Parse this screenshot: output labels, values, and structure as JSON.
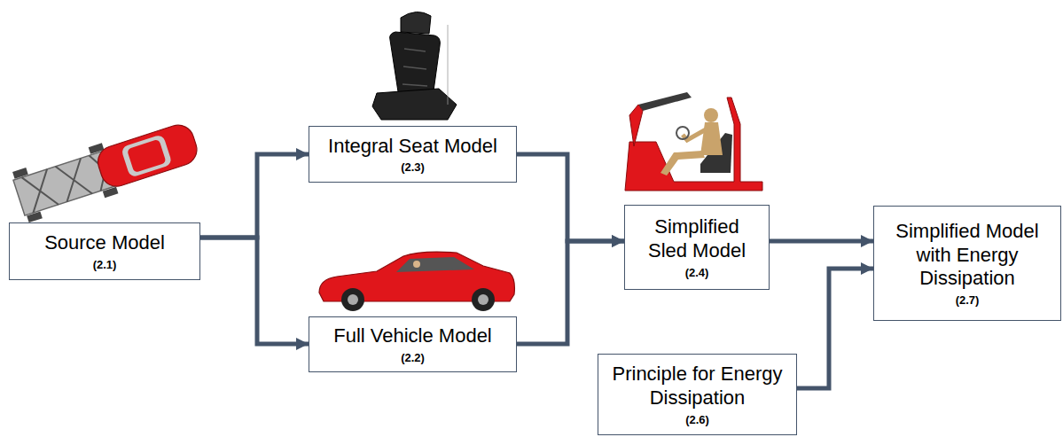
{
  "diagram": {
    "nodes": [
      {
        "text": [
          "Source Model",
          "(2.1)"
        ]
      },
      {
        "text": [
          "Integral Seat Model",
          "(2.3)"
        ]
      },
      {
        "text": [
          "Full Vehicle Model",
          "(2.2)"
        ]
      },
      {
        "text": [
          "Simplified Sled Model",
          "(2.4)"
        ]
      },
      {
        "text": [
          "Principle for Energy Dissipation",
          "(2.6)"
        ]
      },
      {
        "text": [
          "Simplified Model with Energy Dissipation",
          "(2.7)"
        ]
      }
    ],
    "edges": [
      {
        "from": 0,
        "to": 1,
        "arrow": "to"
      },
      {
        "from": 0,
        "to": 2,
        "arrow": "to"
      },
      {
        "from": 1,
        "to": 3,
        "arrow": "to"
      },
      {
        "from": 2,
        "to": 3,
        "arrow": "to"
      },
      {
        "from": 3,
        "to": 5,
        "arrow": "to"
      },
      {
        "from": 4,
        "to": 5,
        "arrow": "to"
      }
    ]
  }
}
